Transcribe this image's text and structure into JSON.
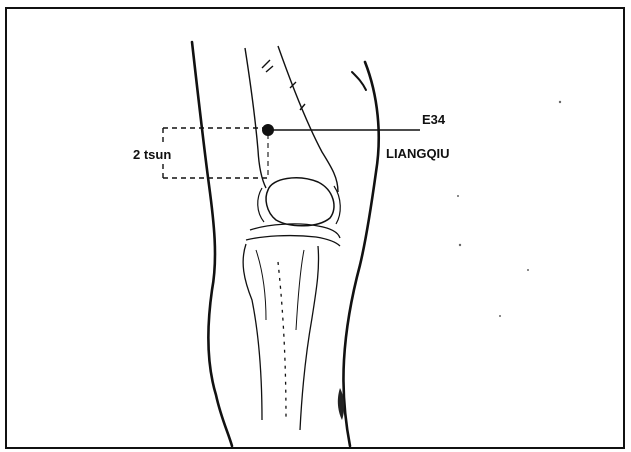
{
  "labels": {
    "point_code": "E34",
    "point_name": "LIANGQIU",
    "distance": "2 tsun"
  },
  "colors": {
    "ink": "#111111",
    "background": "#ffffff"
  }
}
